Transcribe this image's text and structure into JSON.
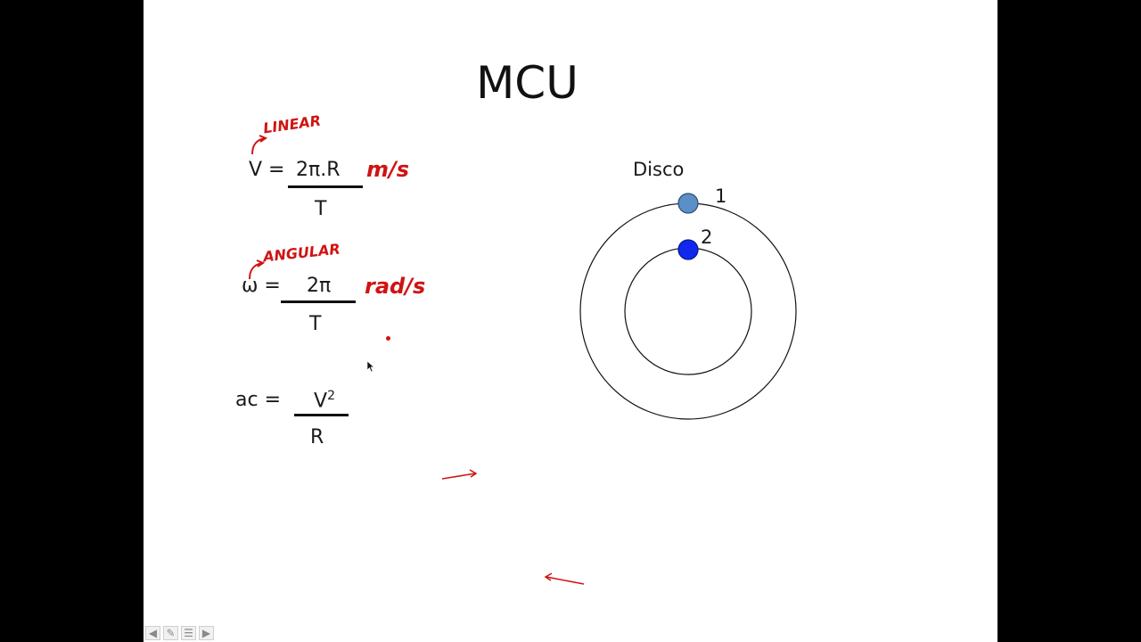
{
  "slide": {
    "title": "MCU",
    "formulas": {
      "velocity": {
        "lhs": "V =",
        "numerator": "2π.R",
        "denominator": "T",
        "unit": "m/s",
        "annotation": "LINEAR"
      },
      "angular": {
        "lhs": "ω =",
        "numerator": "2π",
        "denominator": "T",
        "unit": "rad/s",
        "annotation": "ANGULAR"
      },
      "centripetal": {
        "lhs": "ac =",
        "numerator": "V",
        "numerator_exp": "2",
        "denominator": "R"
      }
    },
    "diagram": {
      "label": "Disco",
      "point1_label": "1",
      "point2_label": "2",
      "point1_color": "#5b8fc7",
      "point2_color": "#1028ee"
    },
    "annotation_color": "#d01313"
  },
  "controls": {
    "prev_icon": "arrow-left-icon",
    "pen_icon": "pen-icon",
    "menu_icon": "menu-icon",
    "next_icon": "arrow-right-icon"
  }
}
